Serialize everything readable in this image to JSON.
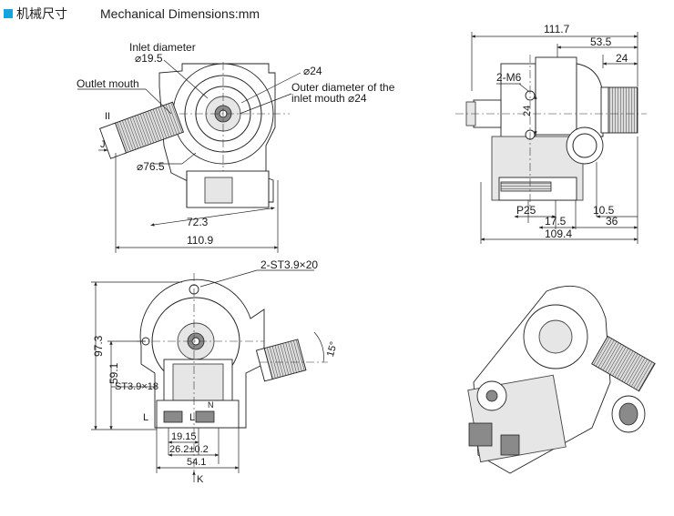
{
  "header": {
    "title_cn": "机械尺寸",
    "title_en": "Mechanical Dimensions:mm",
    "accent_color": "#17a3dc"
  },
  "top_left": {
    "inlet_diameter_label": "Inlet diameter",
    "inlet_diameter_value": "⌀19.5",
    "outlet_mouth_label": "Outlet mouth",
    "outer_diameter_value": "⌀24",
    "outer_diameter_label_line1": "Outer diameter of the",
    "outer_diameter_label_line2": "inlet mouth ⌀24",
    "view_mark_ii": "II",
    "view_mark_j": "J",
    "dia_76_5": "⌀76.5",
    "dim_72_3": "72.3",
    "dim_110_9": "110.9"
  },
  "top_right": {
    "dim_111_7": "111.7",
    "dim_53_5": "53.5",
    "dim_24": "24",
    "thread_label": "2-M6",
    "dim_vert_24": "24",
    "dim_p25": "P25",
    "dim_10_5": "10.5",
    "dim_17_5": "17.5",
    "dim_36": "36",
    "dim_109_4": "109.4"
  },
  "bottom_left": {
    "screw_label": "2-ST3.9×20",
    "dim_97_3": "97.3",
    "dim_59_1": "59.1",
    "st_label": "ST3.9×18",
    "angle_15": "15°",
    "terminal_l": "L",
    "terminal_l2": "L",
    "terminal_n": "N",
    "dim_19_15": "19.15",
    "dim_26_2": "26.2±0.2",
    "dim_54_1": "54.1",
    "view_mark_k": "K"
  }
}
